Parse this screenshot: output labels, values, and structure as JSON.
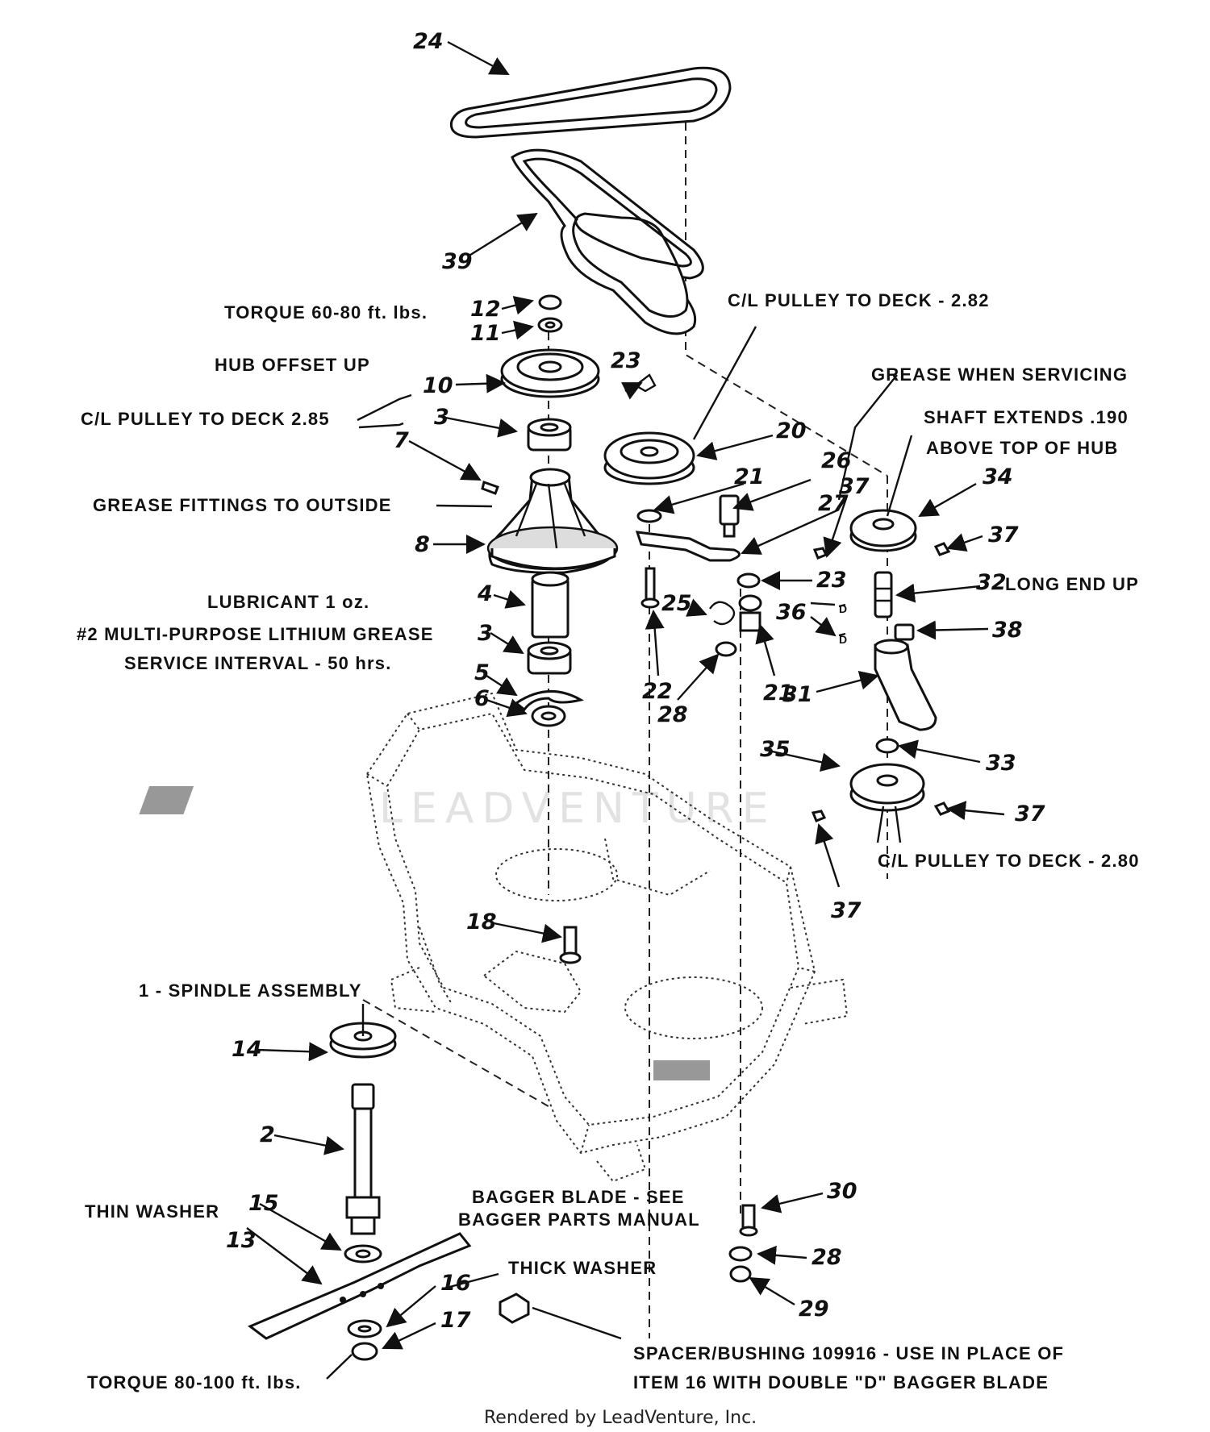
{
  "diagram": {
    "callouts": [
      {
        "id": "c24",
        "text": "24"
      },
      {
        "id": "c39",
        "text": "39"
      },
      {
        "id": "c12",
        "text": "12"
      },
      {
        "id": "c11",
        "text": "11"
      },
      {
        "id": "c10",
        "text": "10"
      },
      {
        "id": "c3a",
        "text": "3"
      },
      {
        "id": "c7",
        "text": "7"
      },
      {
        "id": "c8",
        "text": "8"
      },
      {
        "id": "c4",
        "text": "4"
      },
      {
        "id": "c3b",
        "text": "3"
      },
      {
        "id": "c5",
        "text": "5"
      },
      {
        "id": "c6",
        "text": "6"
      },
      {
        "id": "c23a",
        "text": "23"
      },
      {
        "id": "c20",
        "text": "20"
      },
      {
        "id": "c21a",
        "text": "21"
      },
      {
        "id": "c26",
        "text": "26"
      },
      {
        "id": "c27",
        "text": "27"
      },
      {
        "id": "c37a",
        "text": "37"
      },
      {
        "id": "c34",
        "text": "34"
      },
      {
        "id": "c37b",
        "text": "37"
      },
      {
        "id": "c23b",
        "text": "23"
      },
      {
        "id": "c32",
        "text": "32"
      },
      {
        "id": "c36",
        "text": "36"
      },
      {
        "id": "c38",
        "text": "38"
      },
      {
        "id": "c25",
        "text": "25"
      },
      {
        "id": "c21b",
        "text": "21"
      },
      {
        "id": "c22",
        "text": "22"
      },
      {
        "id": "c28a",
        "text": "28"
      },
      {
        "id": "c31",
        "text": "31"
      },
      {
        "id": "c35",
        "text": "35"
      },
      {
        "id": "c33",
        "text": "33"
      },
      {
        "id": "c37c",
        "text": "37"
      },
      {
        "id": "c37d",
        "text": "37"
      },
      {
        "id": "c18",
        "text": "18"
      },
      {
        "id": "c14",
        "text": "14"
      },
      {
        "id": "c2",
        "text": "2"
      },
      {
        "id": "c15",
        "text": "15"
      },
      {
        "id": "c13",
        "text": "13"
      },
      {
        "id": "c16",
        "text": "16"
      },
      {
        "id": "c17",
        "text": "17"
      },
      {
        "id": "c30",
        "text": "30"
      },
      {
        "id": "c28b",
        "text": "28"
      },
      {
        "id": "c29",
        "text": "29"
      }
    ],
    "notes": {
      "torque_top": "TORQUE 60-80 ft. lbs.",
      "hub_offset": "HUB OFFSET UP",
      "cl_pulley_285": "C/L PULLEY TO DECK 2.85",
      "grease_fittings": "GREASE FITTINGS TO OUTSIDE",
      "lubricant": "LUBRICANT 1 oz.",
      "lithium": "#2 MULTI-PURPOSE LITHIUM GREASE",
      "service_interval": "SERVICE INTERVAL - 50 hrs.",
      "cl_pulley_282": "C/L PULLEY TO DECK - 2.82",
      "grease_servicing": "GREASE WHEN SERVICING",
      "shaft_extends_1": "SHAFT EXTENDS .190",
      "shaft_extends_2": "ABOVE TOP OF HUB",
      "long_end_up": "LONG END UP",
      "cl_pulley_280": "C/L PULLEY TO DECK - 2.80",
      "spindle_assembly": "1 - SPINDLE ASSEMBLY",
      "thin_washer": "THIN WASHER",
      "bagger_blade_1": "BAGGER BLADE - SEE",
      "bagger_blade_2": "BAGGER PARTS MANUAL",
      "thick_washer": "THICK WASHER",
      "torque_bottom": "TORQUE 80-100 ft. lbs.",
      "spacer_1": "SPACER/BUSHING 109916 - USE IN PLACE OF",
      "spacer_2": "ITEM 16 WITH DOUBLE \"D\" BAGGER BLADE",
      "d_mark_1": "D",
      "d_mark_2": "D"
    },
    "footer": "Rendered by LeadVenture, Inc.",
    "watermark": "LEADVENTURE"
  }
}
